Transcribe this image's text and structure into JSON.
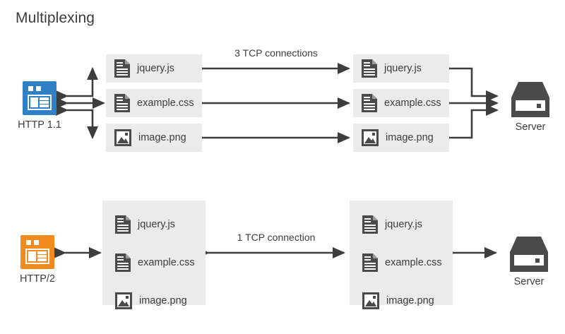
{
  "diagram": {
    "title": "Multiplexing",
    "colors": {
      "http11_accent": "#2f80c4",
      "http2_accent": "#f28b1e",
      "box_fill": "#ebebeb",
      "ink": "#4a4a4a",
      "text": "#3d3d3d",
      "background": "#ffffff"
    },
    "sections": [
      {
        "id": "http11",
        "client": {
          "label": "HTTP 1.1",
          "icon": "browser-icon",
          "accent": "#2f80c4"
        },
        "server": {
          "label": "Server",
          "icon": "server-icon"
        },
        "connection_label": "3 TCP connections",
        "connection_count": 3,
        "layout": "separate-boxes",
        "resources": [
          {
            "name": "jquery.js",
            "icon": "document-icon"
          },
          {
            "name": "example.css",
            "icon": "document-icon"
          },
          {
            "name": "image.png",
            "icon": "image-icon"
          }
        ]
      },
      {
        "id": "http2",
        "client": {
          "label": "HTTP/2",
          "icon": "browser-icon",
          "accent": "#f28b1e"
        },
        "server": {
          "label": "Server",
          "icon": "server-icon"
        },
        "connection_label": "1 TCP connection",
        "connection_count": 1,
        "layout": "single-box",
        "resources": [
          {
            "name": "jquery.js",
            "icon": "document-icon"
          },
          {
            "name": "example.css",
            "icon": "document-icon"
          },
          {
            "name": "image.png",
            "icon": "image-icon"
          }
        ]
      }
    ]
  }
}
